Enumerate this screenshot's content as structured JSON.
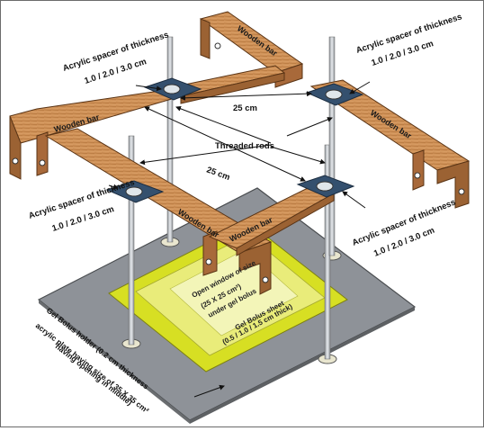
{
  "labels": {
    "spacer_tl_1": "Acrylic spacer of thickness",
    "spacer_tl_2": "1.0 / 2.0 / 3.0 cm",
    "spacer_tr_1": "Acrylic spacer of thickness",
    "spacer_tr_2": "1.0 / 2.0 / 3.0 cm",
    "spacer_l_1": "Acrylic spacer of thickness",
    "spacer_l_2": "1.0 / 2.0 / 3.0 cm",
    "spacer_br_1": "Acrylic spacer of thickness",
    "spacer_br_2": "1.0 / 2.0 / 3.0 cm",
    "dim_top": "25 cm",
    "dim_mid": "25 cm",
    "threaded_rods": "Threaded rods",
    "wooden_bar_tr": "Wooden bar",
    "wooden_bar_l": "Wooden bar",
    "wooden_bar_r": "Wooden bar",
    "wooden_bar_front1": "Wooden bar",
    "wooden_bar_front2": "Wooden bar",
    "window_1": "Open window of size",
    "window_2": "(25 X 25 cm²)",
    "window_3": "under gel bolus",
    "bolus_1": "Gel Bolus sheet",
    "bolus_2": "(0.5 / 1.0 / 1.5 cm thick)",
    "holder_1": "Gel Bolus holder (0.2 cm thickness",
    "holder_2": "acrylic plate having size of 35 X 35 cm²",
    "holder_3": "having opening in middle)"
  },
  "colors": {
    "wood": "#c98a52",
    "wood_dark": "#7a4a22",
    "plate": "#8e9298",
    "bolus": "#d7df23",
    "spacer": "#34506e",
    "rod": "#c8ccd0"
  }
}
